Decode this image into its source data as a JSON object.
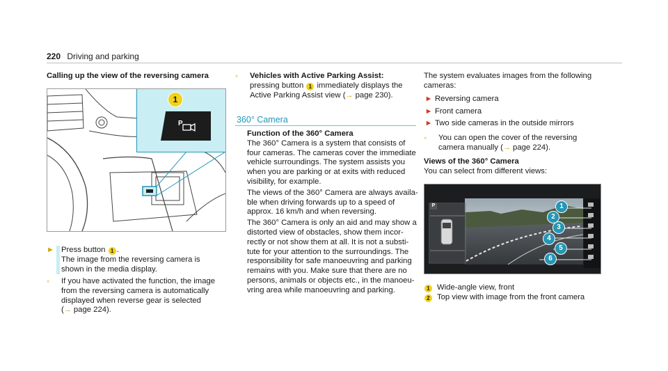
{
  "header": {
    "page_number": "220",
    "section": "Driving and parking"
  },
  "col1": {
    "heading": "Calling up the view of the reversing camera",
    "illus_callout": "1",
    "step_pre": "Press button ",
    "step_num": "1",
    "step_post": ".",
    "step_desc_1": "The image from the reversing camera is",
    "step_desc_2": "shown in the media display.",
    "note_1": "If you have activated the function, the image",
    "note_2": "from the reversing camera is automatically",
    "note_3": "displayed when reverse gear is selected",
    "note_4_pre": "(",
    "note_4_arrow": "→",
    "note_4_post": " page 224)."
  },
  "col2": {
    "note_title": "Vehicles with Active Parking Assist:",
    "note_l1_pre": "pressing button ",
    "note_l1_num": "1",
    "note_l1_post": " immediately displays the",
    "note_l2": "Active Parking Assist view (",
    "note_l2_arrow": "→",
    "note_l2_post": " page 230).",
    "section_title": "360° Camera",
    "func_title": "Function of the 360° Camera",
    "p1": [
      "The 360° Camera is a system that consists of",
      "four cameras. The cameras cover the immediate",
      "vehicle surroundings. The system assists you",
      "when you are parking or at exits with reduced",
      "visibility, for example."
    ],
    "p2": [
      "The views of the 360° Camera are always availa-",
      "ble when driving forwards up to a speed of",
      "approx. 16 km/h and when reversing."
    ],
    "p3": [
      "The 360° Camera is only an aid and may show a",
      "distorted view of obstacles, show them incor-",
      "rectly or not show them at all. It is not a substi-",
      "tute for your attention to the surroundings. The",
      "responsibility for safe manoeuvring and parking",
      "remains with you. Make sure that there are no",
      "persons, animals or objects etc., in the manoeu-",
      "vring area while manoeuvring and parking."
    ]
  },
  "col3": {
    "intro_1": "The system evaluates images from the following",
    "intro_2": "cameras:",
    "bullets": [
      "Reversing camera",
      "Front camera",
      "Two side cameras in the outside mirrors"
    ],
    "note_1": "You can open the cover of the reversing",
    "note_2_pre": "camera manually (",
    "note_2_arrow": "→",
    "note_2_post": " page 224).",
    "views_title": "Views of the 360° Camera",
    "views_desc": "You can select from different views:",
    "screen_label": "P",
    "callouts": [
      "1",
      "2",
      "3",
      "4",
      "5",
      "6"
    ],
    "legend": [
      {
        "num": "1",
        "text": "Wide-angle view, front"
      },
      {
        "num": "2",
        "text": "Top view with image from the front camera"
      }
    ]
  },
  "colors": {
    "callout": "#f2d21a",
    "accent": "#2596b5",
    "panel": "#c9eef4"
  }
}
